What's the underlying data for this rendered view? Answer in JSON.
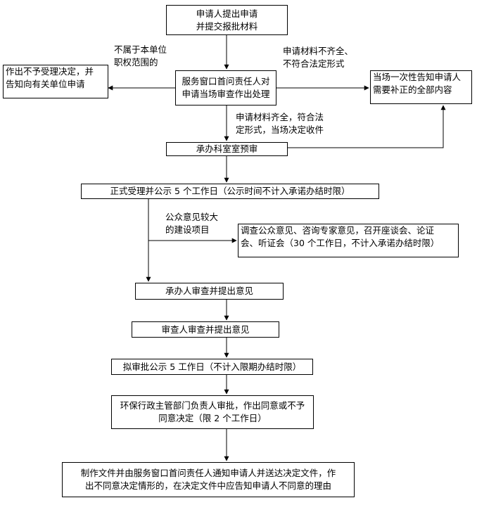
{
  "nodes": {
    "apply": [
      "申请人提出申请",
      "并提交报批材料"
    ],
    "window": [
      "服务窗口首问责任人对",
      "申请当场审查作出处理"
    ],
    "reject": [
      "作出不予受理决定，并",
      "告知向有关单位申请"
    ],
    "notify_supplement": [
      "当场一次性告知申请人",
      "需要补正的全部内容"
    ],
    "dept_review": "承办科室室预审",
    "formal_accept": "正式受理并公示 5 个工作日（公示时间不计入承诺办结时限）",
    "public_opinion": [
      "调查公众意见、咨询专家意见，召开座谈会、论证",
      "会、听证会（30 个工作日，不计入承诺办结时限）"
    ],
    "handler_review": "承办人审查并提出意见",
    "reviewer_review": "审查人审查并提出意见",
    "draft_publicity": "拟审批公示 5 工作日（不计入限期办结时限）",
    "approval": [
      "环保行政主管部门负责人审批，作出同意或不予",
      "同意决定（限 2 个工作日）"
    ],
    "final": [
      "制作文件并由服务窗口首问责任人通知申请人并送达决定文件，作",
      "出不同意决定情形的，在决定文件中应告知申请人不同意的理由"
    ]
  },
  "labels": {
    "not_in_scope": [
      "不属于本单位",
      "职权范围的"
    ],
    "incomplete": [
      "申请材料不齐全、",
      "不符合法定形式"
    ],
    "complete": [
      "申请材料齐全，符合法",
      "定形式，当场决定收件"
    ],
    "major_project": [
      "公众意见较大",
      "的建设项目"
    ]
  }
}
